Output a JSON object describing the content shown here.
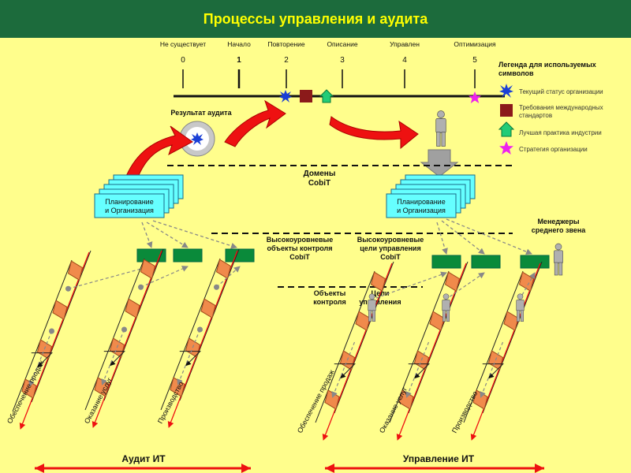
{
  "title": "Процессы управления и аудита",
  "scale": {
    "levels": [
      {
        "name": "Не существует",
        "num": "0"
      },
      {
        "name": "Начало",
        "num": "1"
      },
      {
        "name": "Повторение",
        "num": "2"
      },
      {
        "name": "Описание",
        "num": "3"
      },
      {
        "name": "Управлен",
        "num": "4"
      },
      {
        "name": "Оптимизация",
        "num": "5"
      }
    ]
  },
  "legend": {
    "title_lines": [
      "Легенда для используемых",
      "символов"
    ],
    "items": [
      {
        "lines": [
          "Текущий статус организации"
        ],
        "symbol": "star-burst",
        "color": "#1a3fd6"
      },
      {
        "lines": [
          "Требования международных",
          "стандартов"
        ],
        "symbol": "square",
        "color": "#8b1a1a"
      },
      {
        "lines": [
          "Лучшая практика индустрии"
        ],
        "symbol": "house",
        "color": "#22cc77"
      },
      {
        "lines": [
          "Стратегия организации"
        ],
        "symbol": "star",
        "color": "#ee22ee"
      }
    ]
  },
  "audit_result": "Результат аудита",
  "domains": [
    "Домены",
    "CobiT"
  ],
  "planning_box": [
    "Планирование",
    "и Организация"
  ],
  "high_control": [
    "Высокоуровневые",
    "объекты контроля",
    "CobiT"
  ],
  "high_goals": [
    "Высокоуровневые",
    "цели управления",
    "CobiT"
  ],
  "managers": [
    "Менеджеры",
    "среднего звена"
  ],
  "control_objects": [
    "Объекты",
    "контроля"
  ],
  "control_goals": [
    "Цели",
    "управления"
  ],
  "process_labels": [
    "Обеспечение продаж",
    "Оказание услуг",
    "Производство"
  ],
  "bottom": {
    "audit": "Аудит ИТ",
    "management": "Управление ИТ"
  },
  "colors": {
    "header_bg": "#1c6b3c",
    "header_text": "#ffff00",
    "background": "#fffe8c",
    "arrow_red": "#ee1111",
    "box_green": "#0a8a3a",
    "box_cyan": "#66ffff",
    "process_orange": "#f08a4b"
  }
}
